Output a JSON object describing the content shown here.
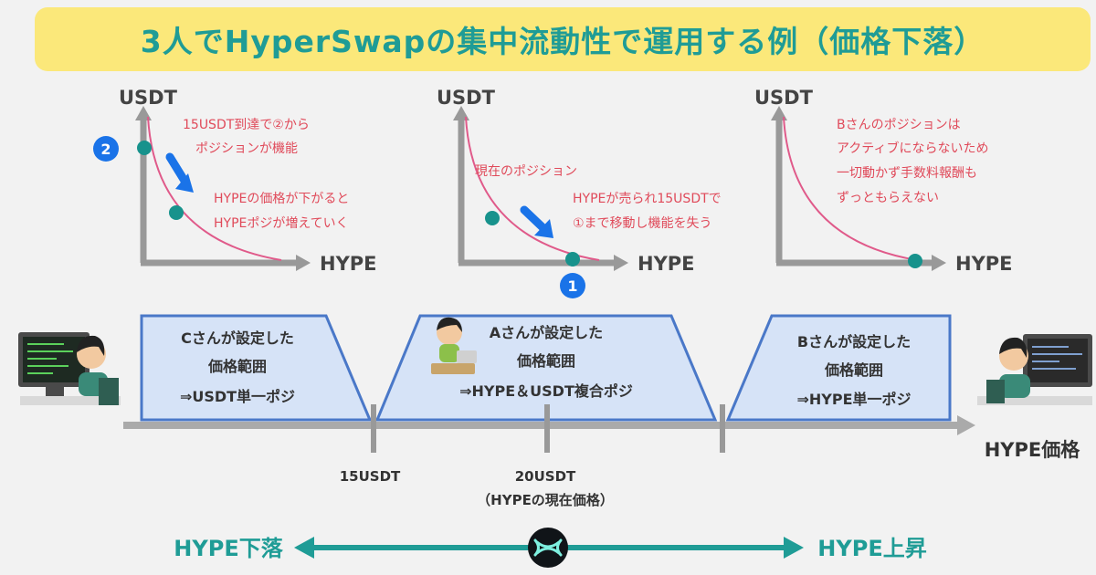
{
  "title": "3人でHyperSwapの集中流動性で運用する例（価格下落）",
  "graphs": [
    {
      "y_label": "USDT",
      "x_label": "HYPE",
      "marker": "2",
      "notes": [
        "15USDT到達で②から",
        "ポジションが機能",
        "HYPEの価格が下がると",
        "HYPEポジが増えていく"
      ]
    },
    {
      "y_label": "USDT",
      "x_label": "HYPE",
      "marker": "1",
      "notes": [
        "現在のポジション",
        "HYPEが売られ15USDTで",
        "①まで移動し機能を失う"
      ]
    },
    {
      "y_label": "USDT",
      "x_label": "HYPE",
      "notes": [
        "Bさんのポジションは",
        "アクティブにならないため",
        "一切動かず手数料報酬も",
        "ずっともらえない"
      ]
    }
  ],
  "ranges": [
    {
      "lines": [
        "Cさんが設定した",
        "価格範囲",
        "⇒USDT単一ポジ"
      ]
    },
    {
      "lines": [
        "Aさんが設定した",
        "価格範囲",
        "⇒HYPE＆USDT複合ポジ"
      ]
    },
    {
      "lines": [
        "Bさんが設定した",
        "価格範囲",
        "⇒HYPE単一ポジ"
      ]
    }
  ],
  "price_axis": {
    "label": "HYPE価格",
    "ticks": [
      {
        "label": "15USDT"
      },
      {
        "label": "20USDT",
        "sub": "（HYPEの現在価格）"
      }
    ]
  },
  "direction": {
    "left": "HYPE下落",
    "right": "HYPE上昇"
  },
  "colors": {
    "teal": "#1f9c96",
    "pink": "#e04a5a",
    "blue_marker": "#1a73e8",
    "box_fill": "#d6e3f7",
    "box_stroke": "#4a78c8",
    "title_bg": "#fbe87a"
  }
}
